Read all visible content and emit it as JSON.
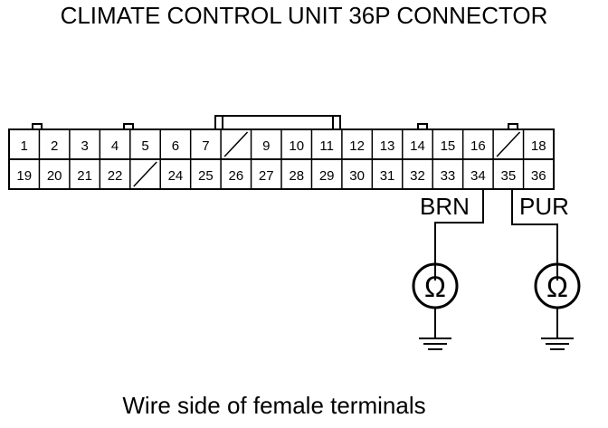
{
  "title": "CLIMATE CONTROL UNIT 36P CONNECTOR",
  "caption": "Wire side of female terminals",
  "top_row": [
    "1",
    "2",
    "3",
    "4",
    "5",
    "6",
    "7",
    "",
    "9",
    "10",
    "11",
    "12",
    "13",
    "14",
    "15",
    "16",
    "",
    "18"
  ],
  "bottom_row": [
    "19",
    "20",
    "21",
    "22",
    "",
    "24",
    "25",
    "26",
    "27",
    "28",
    "29",
    "30",
    "31",
    "32",
    "33",
    "34",
    "35",
    "36"
  ],
  "wires": [
    {
      "label": "BRN",
      "terminal": "34"
    },
    {
      "label": "PUR",
      "terminal": "35"
    }
  ],
  "ohm_symbol": "Ω",
  "icons": [
    "ohmmeter-icon",
    "ground-icon"
  ]
}
